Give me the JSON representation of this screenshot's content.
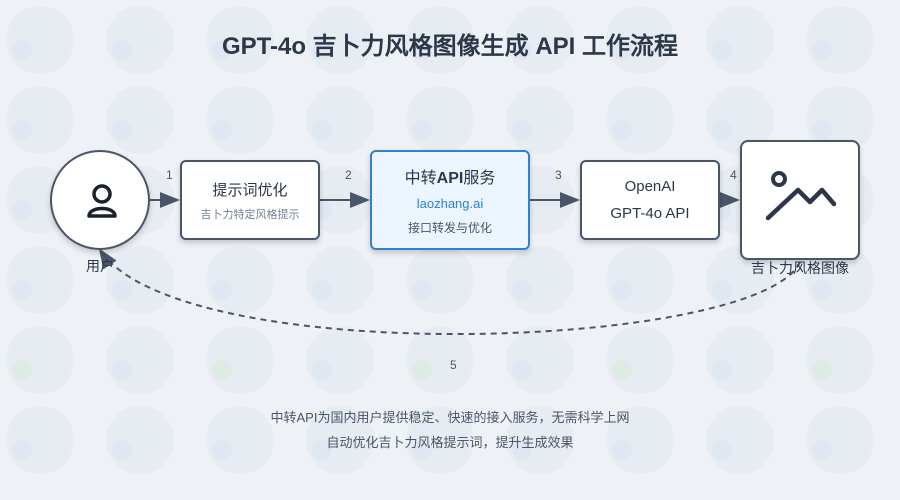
{
  "title": "GPT-4o 吉卜力风格图像生成 API 工作流程",
  "nodes": {
    "user": {
      "label": "用户",
      "icon": "user-icon"
    },
    "prompt": {
      "title": "提示词优化",
      "subtitle": "吉卜力特定风格提示"
    },
    "api": {
      "title_prefix": "中转",
      "title_bold": "API",
      "title_suffix": "服务",
      "url": "laozhang.ai",
      "subtitle": "接口转发与优化"
    },
    "openai": {
      "line1": "OpenAI",
      "line2": "GPT-4o API"
    },
    "image": {
      "label": "吉卜力风格图像",
      "icon": "image-icon"
    }
  },
  "steps": [
    "1",
    "2",
    "3",
    "4",
    "5"
  ],
  "footer": {
    "line1": "中转API为国内用户提供稳定、快速的接入服务，无需科学上网",
    "line2": "自动优化吉卜力风格提示词，提升生成效果"
  },
  "colors": {
    "background": "#eef2f6",
    "accent_blue": "#3182ce",
    "api_fill": "#ebf4ff",
    "stroke": "#4a5568"
  }
}
